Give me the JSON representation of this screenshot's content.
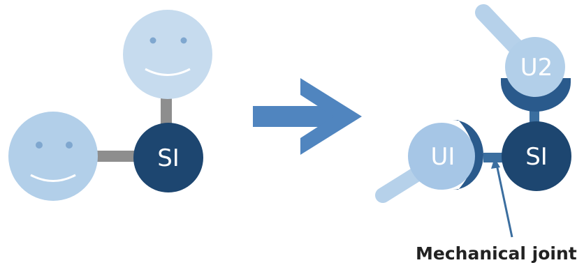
{
  "left": {
    "system_label": "SI"
  },
  "right": {
    "system_label": "SI",
    "user1_label": "UI",
    "user2_label": "U2",
    "joint_caption": "Mechanical joint"
  },
  "colors": {
    "face_fill": "#b2cfe9",
    "face_light": "#c6dbee",
    "face_eyes": "#7fa7cf",
    "face_mouth": "#ffffff",
    "system_fill": "#1d4670",
    "connector_gray": "#8e8e8e",
    "arrow": "#5085bf",
    "user_fill": "#a6c6e6",
    "joint_cup": "#2a5a8c",
    "joint_bar": "#3b6e9f",
    "handle": "#b6d1ea",
    "caption_text": "#222222",
    "system_text": "#ffffff"
  },
  "icons": [
    "smiley-face-icon",
    "right-arrow-icon"
  ]
}
